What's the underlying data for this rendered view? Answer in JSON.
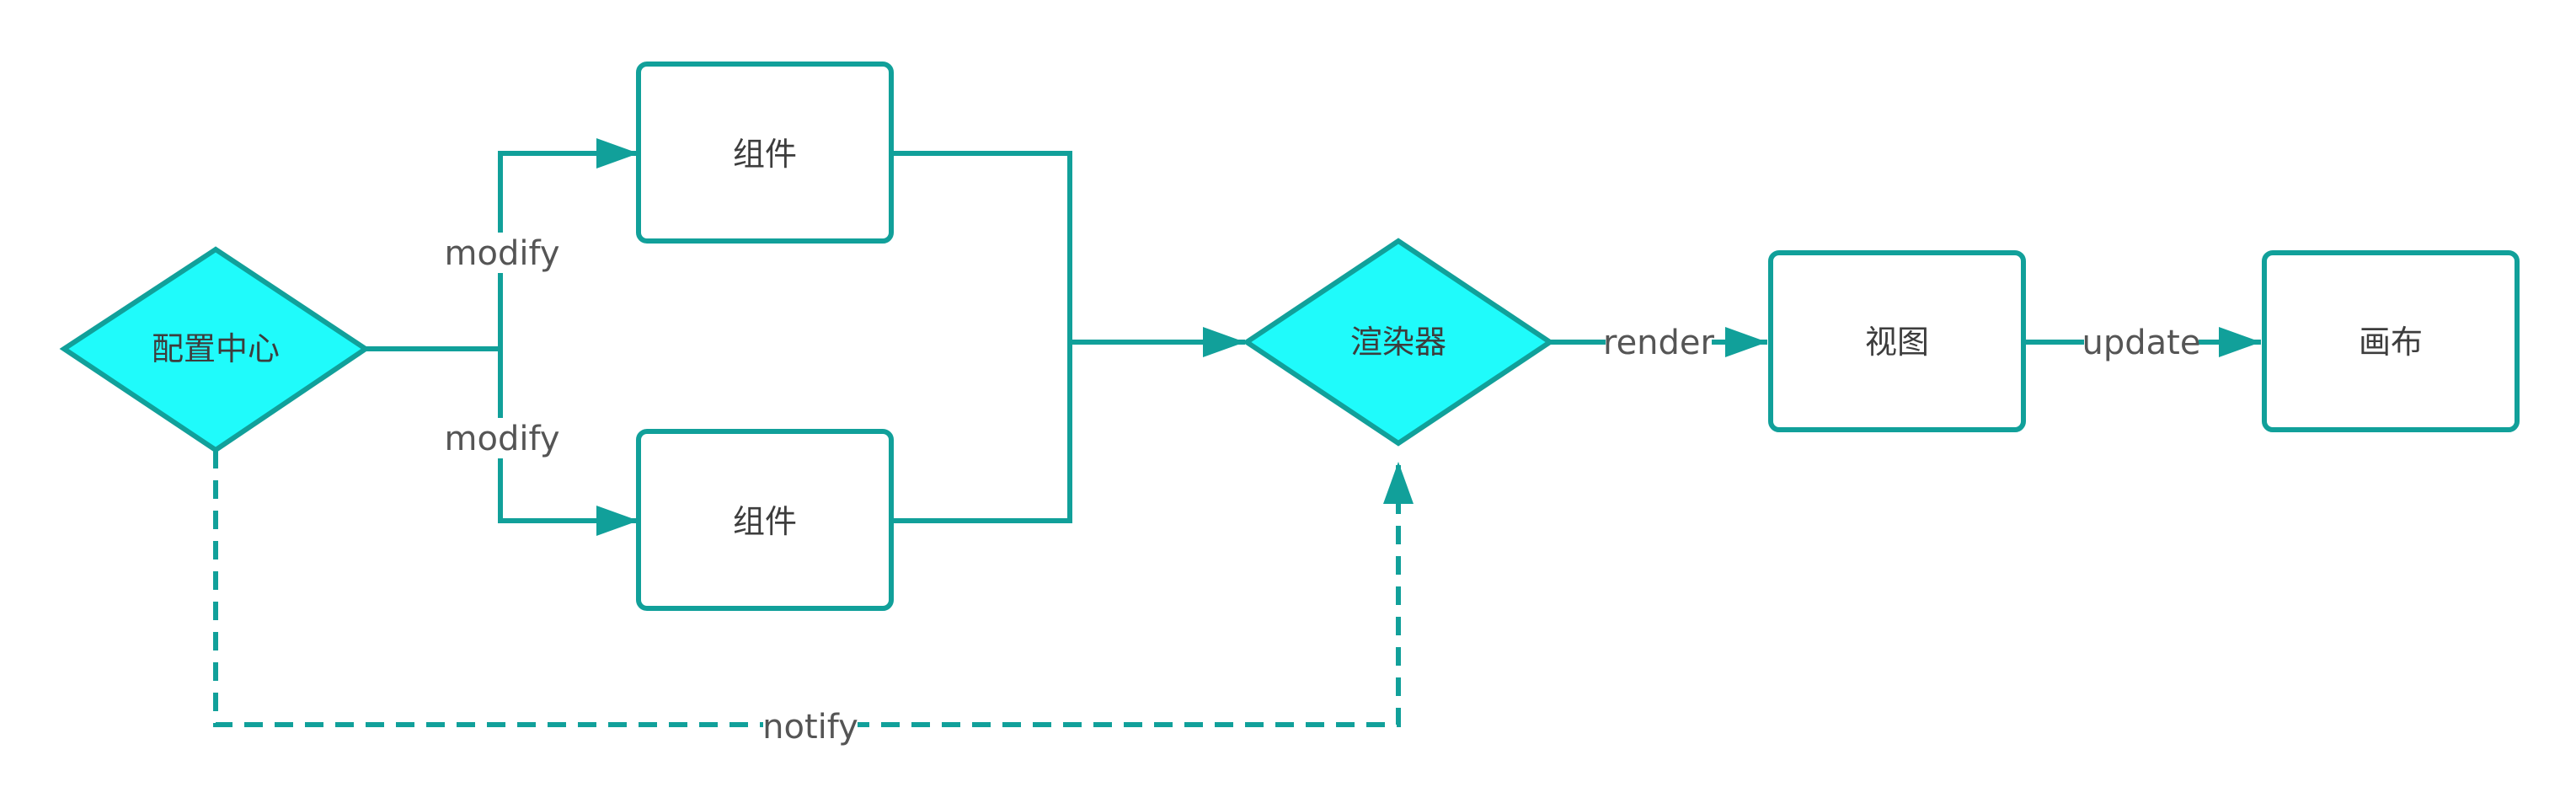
{
  "diagram": {
    "nodes": {
      "config_center": "配置中心",
      "component_top": "组件",
      "component_bottom": "组件",
      "renderer": "渲染器",
      "view": "视图",
      "canvas": "画布"
    },
    "edges": {
      "modify_top": "modify",
      "modify_bottom": "modify",
      "render": "render",
      "update": "update",
      "notify": "notify"
    }
  },
  "colors": {
    "stroke": "#11a09a",
    "diamond_fill": "#1ffbfb",
    "box_fill": "#ffffff"
  }
}
